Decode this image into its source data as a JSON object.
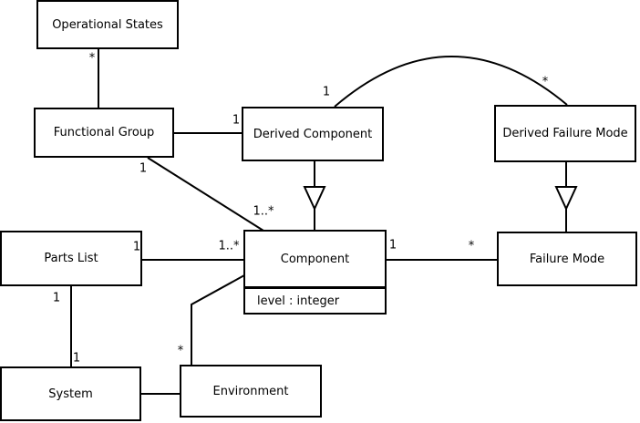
{
  "diagram": {
    "type": "uml-class-diagram",
    "colors": {
      "background": "#ffffff",
      "line": "#000000",
      "text": "#000000"
    },
    "classes": [
      {
        "name": "Operational States"
      },
      {
        "name": "Functional Group"
      },
      {
        "name": "Derived Component"
      },
      {
        "name": "Derived Failure Mode"
      },
      {
        "name": "Parts List"
      },
      {
        "name": "Component",
        "attribute": "level : integer"
      },
      {
        "name": "Failure Mode"
      },
      {
        "name": "System"
      },
      {
        "name": "Environment"
      }
    ],
    "multiplicities": [
      {
        "text": "*",
        "relation": "Functional Group - Operational States",
        "near": "Operational States"
      },
      {
        "text": "1",
        "relation": "Functional Group - Derived Component",
        "near": "Derived Component"
      },
      {
        "text": "1",
        "relation": "Functional Group - Component",
        "near": "Functional Group"
      },
      {
        "text": "1",
        "relation": "Derived Component - Derived Failure Mode (arc)",
        "near": "Derived Component"
      },
      {
        "text": "*",
        "relation": "Derived Component - Derived Failure Mode (arc)",
        "near": "Derived Failure Mode"
      },
      {
        "text": "1..*",
        "relation": "Functional Group - Component",
        "near": "Component"
      },
      {
        "text": "1..*",
        "relation": "Parts List - Component",
        "near": "Component"
      },
      {
        "text": "1",
        "relation": "Parts List - Component",
        "near": "Parts List"
      },
      {
        "text": "1",
        "relation": "Component - Failure Mode",
        "near": "Component"
      },
      {
        "text": "*",
        "relation": "Component - Failure Mode",
        "near": "Failure Mode"
      },
      {
        "text": "1",
        "relation": "Parts List - System",
        "near": "Parts List"
      },
      {
        "text": "1",
        "relation": "Parts List - System",
        "near": "System"
      },
      {
        "text": "*",
        "relation": "Environment - Component",
        "near": "Environment"
      }
    ],
    "relations": [
      {
        "from": "Operational States",
        "to": "Functional Group",
        "kind": "association"
      },
      {
        "from": "Functional Group",
        "to": "Derived Component",
        "kind": "association"
      },
      {
        "from": "Functional Group",
        "to": "Component",
        "kind": "association"
      },
      {
        "from": "Derived Component",
        "to": "Component",
        "kind": "generalization-arrow"
      },
      {
        "from": "Derived Component",
        "to": "Derived Failure Mode",
        "kind": "association-arc"
      },
      {
        "from": "Derived Failure Mode",
        "to": "Failure Mode",
        "kind": "generalization-arrow"
      },
      {
        "from": "Parts List",
        "to": "Component",
        "kind": "association"
      },
      {
        "from": "Component",
        "to": "Failure Mode",
        "kind": "association"
      },
      {
        "from": "Parts List",
        "to": "System",
        "kind": "association"
      },
      {
        "from": "System",
        "to": "Environment",
        "kind": "association"
      },
      {
        "from": "Environment",
        "to": "Component",
        "kind": "association"
      }
    ]
  }
}
